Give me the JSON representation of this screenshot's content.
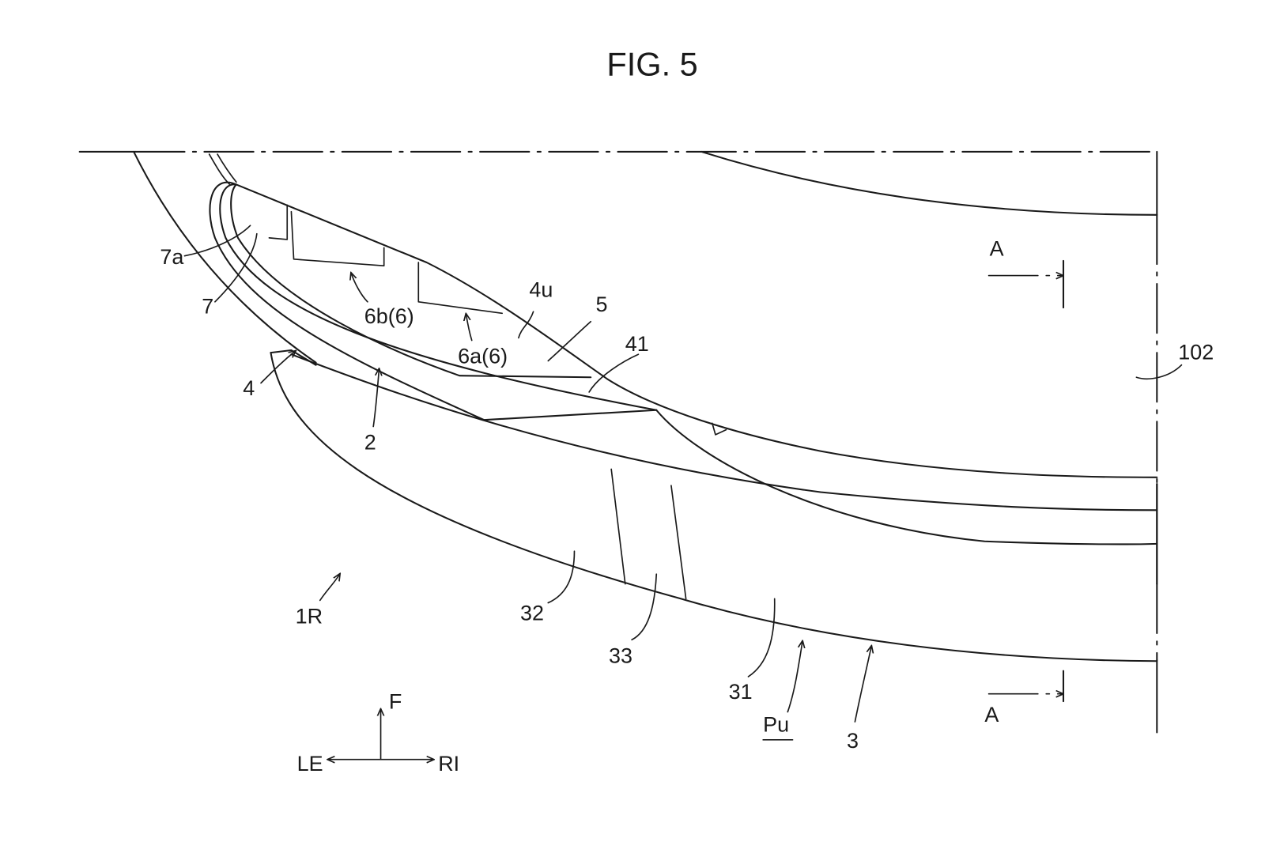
{
  "figure": {
    "title": "FIG. 5",
    "labels": {
      "l7a": "7a",
      "l7": "7",
      "l6b": "6b(6)",
      "l6a": "6a(6)",
      "l4u": "4u",
      "l5": "5",
      "l41": "41",
      "l4": "4",
      "l2": "2",
      "l102": "102",
      "lA_top": "A",
      "lA_bottom": "A",
      "l1R": "1R",
      "l32": "32",
      "l33": "33",
      "l31": "31",
      "lPu": "Pu",
      "l3": "3"
    },
    "directions": {
      "front": "F",
      "left": "LE",
      "right": "RI"
    }
  }
}
